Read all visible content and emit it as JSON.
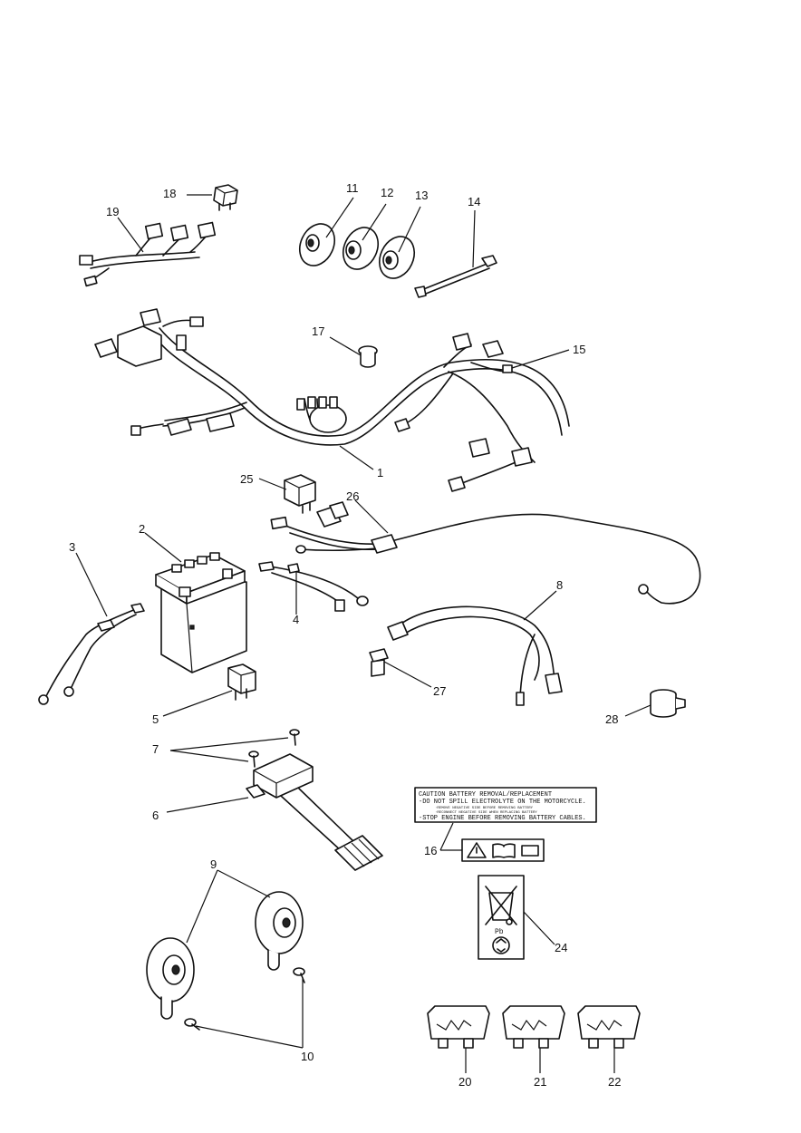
{
  "callouts": [
    {
      "n": "1"
    },
    {
      "n": "2"
    },
    {
      "n": "3"
    },
    {
      "n": "4"
    },
    {
      "n": "5"
    },
    {
      "n": "6"
    },
    {
      "n": "7"
    },
    {
      "n": "8"
    },
    {
      "n": "9"
    },
    {
      "n": "10"
    },
    {
      "n": "11"
    },
    {
      "n": "12"
    },
    {
      "n": "13"
    },
    {
      "n": "14"
    },
    {
      "n": "15"
    },
    {
      "n": "16"
    },
    {
      "n": "17"
    },
    {
      "n": "18"
    },
    {
      "n": "19"
    },
    {
      "n": "20"
    },
    {
      "n": "21"
    },
    {
      "n": "22"
    },
    {
      "n": "24"
    },
    {
      "n": "25"
    },
    {
      "n": "26"
    },
    {
      "n": "27"
    },
    {
      "n": "28"
    }
  ],
  "label16": {
    "line1": "CAUTION BATTERY REMOVAL/REPLACEMENT",
    "line2": "-DO NOT SPILL ELECTROLYTE ON THE MOTORCYCLE.",
    "line3": "·REMOVE NEGATIVE SIDE  BEFORE REMOVING BATTERY",
    "line4": "·RECONNECT NEGATIVE SIDE WHEN REPLACING BATTERY",
    "line5": "-STOP ENGINE BEFORE REMOVING BATTERY CABLES."
  },
  "label24": {
    "pb": "Pb"
  }
}
